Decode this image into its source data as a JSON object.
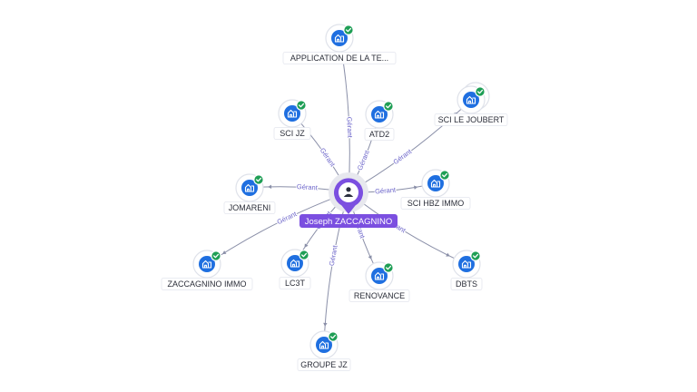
{
  "center": {
    "name": "Joseph ZACCAGNINO",
    "icon": "person-icon",
    "color": "#7b4fe0"
  },
  "relation_label": "Gérant",
  "nodes": [
    {
      "id": "application",
      "label": "APPLICATION DE LA TE...",
      "icon": "building-icon",
      "verified": true
    },
    {
      "id": "sci-jz",
      "label": "SCI JZ",
      "icon": "building-icon",
      "verified": true
    },
    {
      "id": "atd2",
      "label": "ATD2",
      "icon": "building-icon",
      "verified": true
    },
    {
      "id": "sci-le-joubert",
      "label": "SCI LE JOUBERT",
      "icon": "building-icon",
      "verified": true
    },
    {
      "id": "jomareni",
      "label": "JOMARENI",
      "icon": "building-icon",
      "verified": true
    },
    {
      "id": "sci-hbz-immo",
      "label": "SCI HBZ IMMO",
      "icon": "building-icon",
      "verified": true
    },
    {
      "id": "zaccagnino-immo",
      "label": "ZACCAGNINO IMMO",
      "icon": "building-icon",
      "verified": true
    },
    {
      "id": "lc3t",
      "label": "LC3T",
      "icon": "building-icon",
      "verified": true
    },
    {
      "id": "renovance",
      "label": "RENOVANCE",
      "icon": "building-icon",
      "verified": true
    },
    {
      "id": "dbts",
      "label": "DBTS",
      "icon": "building-icon",
      "verified": true
    },
    {
      "id": "groupe-jz",
      "label": "GROUPE JZ",
      "icon": "building-icon",
      "verified": true
    }
  ],
  "colors": {
    "company_icon": "#1f6fe0",
    "verified_badge": "#1e9e55",
    "edge": "#8a8fa8",
    "edge_label": "#6a63c9"
  }
}
